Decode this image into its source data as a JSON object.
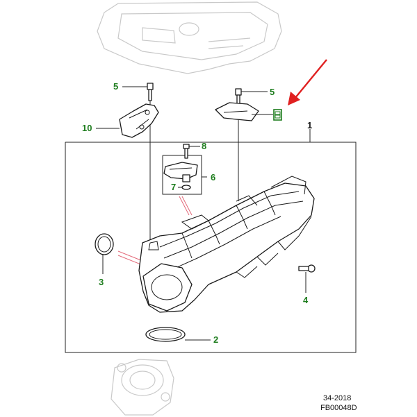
{
  "colors": {
    "callout_text": "#1e7d1e",
    "arrow": "#e02020",
    "leader": "#222222",
    "ghost_parts": "#c9c9c9",
    "highlight_lines": "#e36a7a"
  },
  "callouts": {
    "c1": "1",
    "c2": "2",
    "c3": "3",
    "c4": "4",
    "c5a": "5",
    "c5b": "5",
    "c6": "6",
    "c7": "7",
    "c8": "8",
    "c10": "10"
  },
  "reference": {
    "group": "34-2018",
    "code": "FB00048D"
  }
}
